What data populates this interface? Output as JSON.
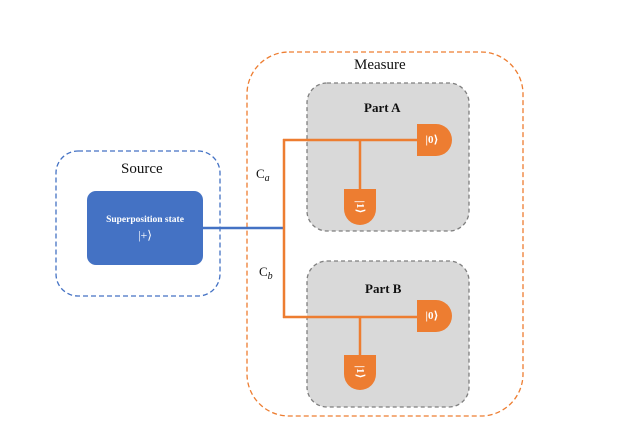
{
  "source": {
    "title": "Source",
    "box_line1": "Superposition state",
    "box_line2": "|+⟩"
  },
  "measure": {
    "title": "Measure",
    "part_a": {
      "title": "Part A",
      "gate_right": "|0⟩",
      "gate_down": "|1⟩"
    },
    "part_b": {
      "title": "Part B",
      "gate_right": "|0⟩",
      "gate_down": "|1⟩"
    }
  },
  "channels": {
    "a": {
      "base": "C",
      "sub": "a"
    },
    "b": {
      "base": "C",
      "sub": "b"
    }
  },
  "colors": {
    "source_fill": "#4472c4",
    "source_border": "#4472c4",
    "measure_border": "#ed7d31",
    "gate_fill": "#ed7d31",
    "part_fill": "#d9d9d9",
    "part_border": "#7f7f7f"
  }
}
